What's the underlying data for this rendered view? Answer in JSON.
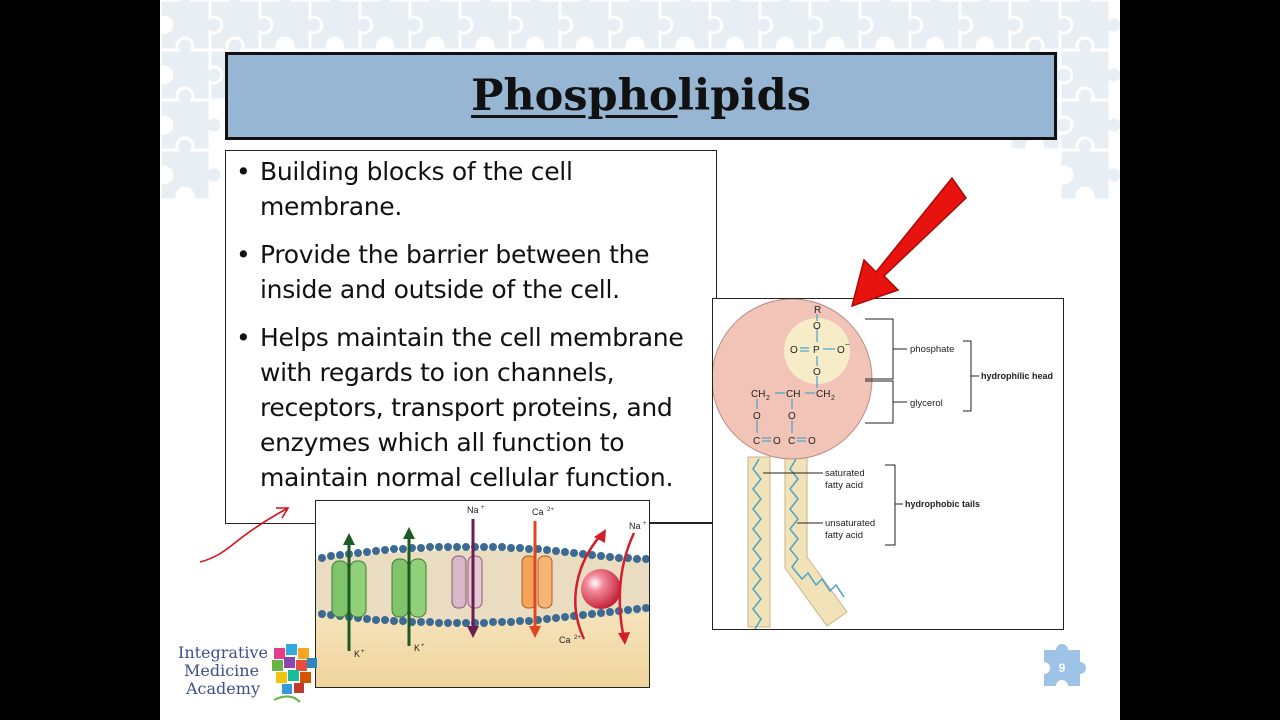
{
  "slide": {
    "title_part1": "Phospho",
    "title_part2": "lipids",
    "bullets": [
      "Building blocks of the cell membrane.",
      "Provide the barrier between the inside and outside of the cell.",
      "Helps maintain the cell membrane with regards to ion channels, receptors, transport proteins, and enzymes which all function to maintain normal cellular function."
    ],
    "page_number": "9"
  },
  "phospholipid_diagram": {
    "atoms": {
      "r": "R",
      "o_top": "O",
      "o_left": "O",
      "p": "P",
      "o_minus": "O",
      "minus": "−",
      "o_mid": "O",
      "ch2_left": "CH",
      "ch": "CH",
      "ch2_right": "CH",
      "sub2": "2",
      "o_low_left": "O",
      "o_low_right": "O",
      "c_left": "C",
      "o_eq_left": "O",
      "c_right": "C",
      "o_eq_right": "O"
    },
    "labels": {
      "phosphate": "phosphate",
      "glycerol": "glycerol",
      "hydrophilic_head": "hydrophilic head",
      "saturated_1": "saturated",
      "saturated_2": "fatty acid",
      "unsaturated_1": "unsaturated",
      "unsaturated_2": "fatty acid",
      "hydrophobic_tails": "hydrophobic tails"
    }
  },
  "membrane_diagram": {
    "ions": {
      "na_top": "Na",
      "plus": "+",
      "ca_top": "Ca",
      "ca_sup": "2+",
      "na_right": "Na",
      "k_left": "K",
      "k_mid": "K",
      "ca_bottom": "Ca"
    }
  },
  "logo": {
    "line1": "Integrative",
    "line2": "Medicine",
    "line3": "Academy"
  },
  "colors": {
    "title_bg": "#97b6d3",
    "arrow_red": "#e8120e",
    "head_pink": "#f2c4b8",
    "tail_tan": "#f1e2b8",
    "tail_line": "#4aa3c8",
    "badge_blue": "#9fc3e6"
  }
}
